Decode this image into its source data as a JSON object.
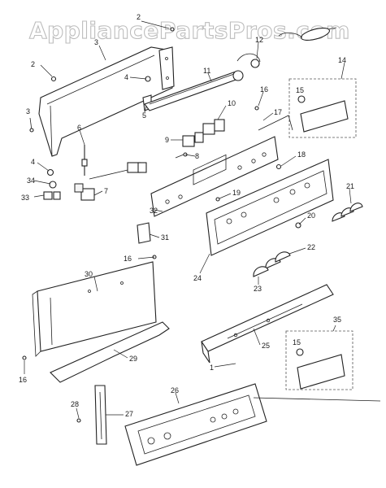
{
  "watermark": "AppliancePartsPros.com",
  "callouts": {
    "c1": "1",
    "c2a": "2",
    "c2b": "2",
    "c3": "3",
    "c3b": "3",
    "c4a": "4",
    "c4b": "4",
    "c5": "5",
    "c6": "6",
    "c7": "7",
    "c8": "8",
    "c9": "9",
    "c10": "10",
    "c11": "11",
    "c12": "12",
    "c14": "14",
    "c15a": "15",
    "c15b": "15",
    "c16a": "16",
    "c16b": "16",
    "c16c": "16",
    "c17": "17",
    "c18": "18",
    "c19": "19",
    "c20": "20",
    "c21": "21",
    "c22": "22",
    "c23": "23",
    "c24": "24",
    "c25": "25",
    "c26": "26",
    "c27": "27",
    "c28": "28",
    "c29": "29",
    "c30": "30",
    "c31": "31",
    "c32": "32",
    "c33": "33",
    "c34": "34",
    "c35": "35"
  }
}
